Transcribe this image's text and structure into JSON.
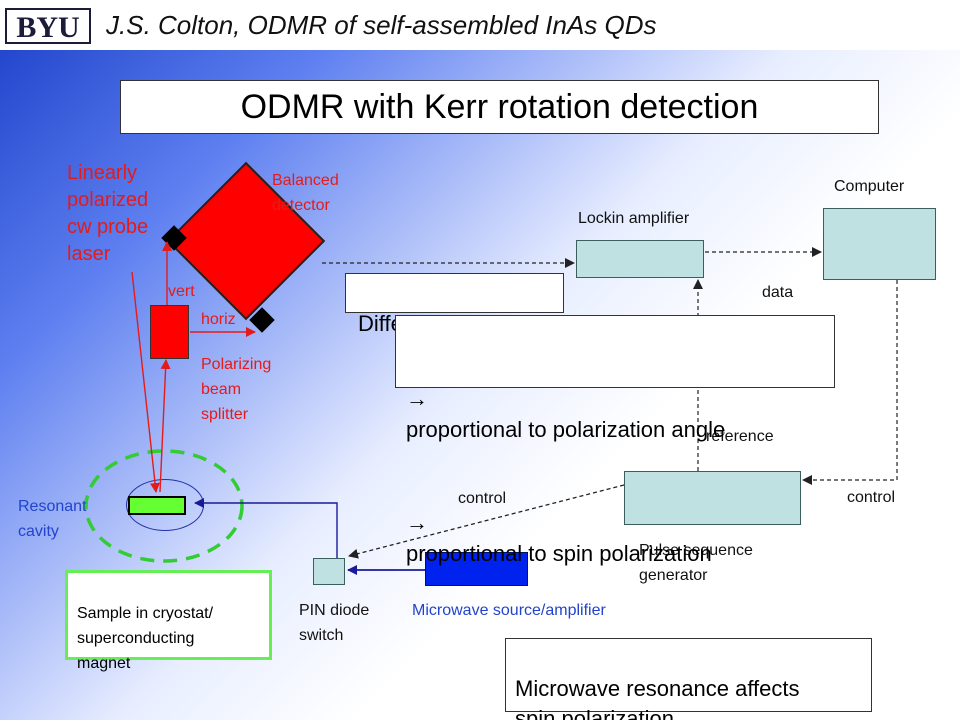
{
  "header": {
    "logo_text": "BYU",
    "text": "J.S. Colton, ODMR of self-assembled InAs QDs"
  },
  "title": "ODMR with Kerr rotation detection",
  "labels": {
    "laser": "Linearly\npolarized\ncw probe\nlaser",
    "balanced_detector": "Balanced\ndetector",
    "vert": "vert",
    "horiz": "horiz",
    "pbs": "Polarizing\nbeam\nsplitter",
    "resonant_cavity": "Resonant\ncavity",
    "lockin": "Lockin amplifier",
    "computer": "Computer",
    "data": "data",
    "reference": "reference",
    "control_left": "control",
    "control_right": "control",
    "pulse_generator": "Pulse sequence\ngenerator",
    "pin_diode": "PIN diode\nswitch",
    "microwave_source": "Microwave source/amplifier"
  },
  "boxes": {
    "difference_signal": "Difference signal",
    "proportional_1": "proportional to polarization angle",
    "proportional_2": "proportional to spin polarization",
    "sample": "Sample in cryostat/\nsuperconducting\nmagnet",
    "resonance_note": "Microwave resonance affects\nspin polarization"
  },
  "colors": {
    "laser_red": "#e41b1b",
    "detector_red": "#ff0000",
    "sample_green": "#66ff33",
    "cavity_dash_green": "#33cc33",
    "instrument_teal": "#bfe1e1",
    "microwave_blue": "#0022ee",
    "wire_navy": "#1a1a99"
  },
  "icons": {
    "arrow_symbol": "→"
  }
}
